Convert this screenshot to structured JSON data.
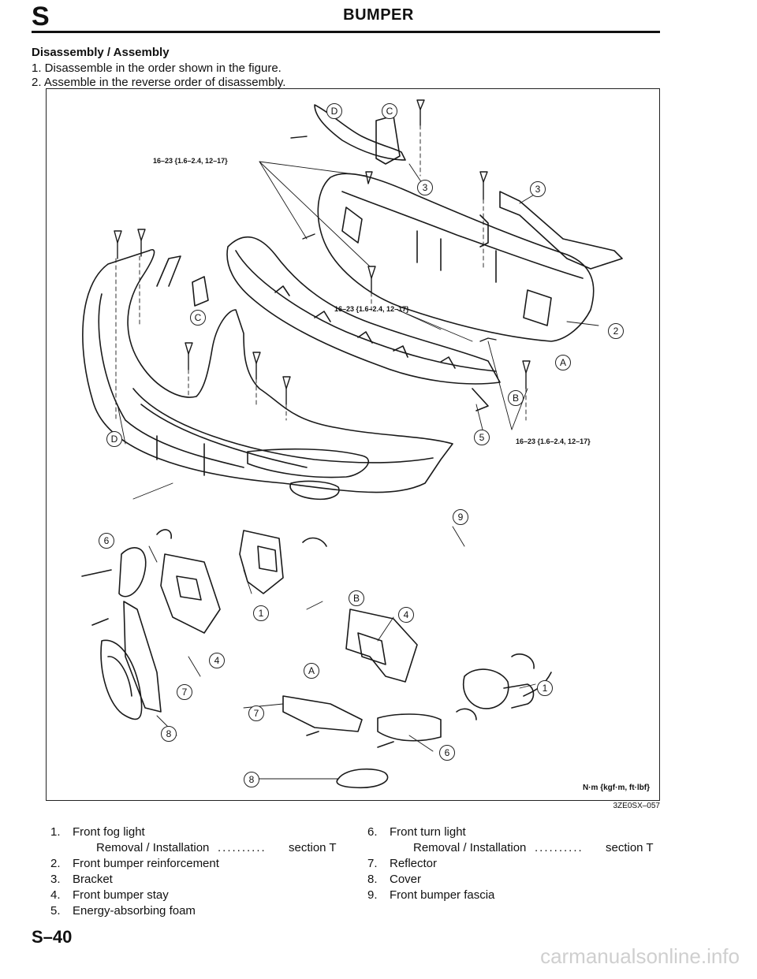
{
  "header": {
    "section_letter": "S",
    "title": "BUMPER"
  },
  "section": {
    "title": "Disassembly / Assembly",
    "instructions": [
      "1. Disassemble in the order shown in the figure.",
      "2. Assemble in the reverse order of disassembly."
    ]
  },
  "figure": {
    "code": "3ZE0SX–057",
    "units_note": "N·m {kgf·m, ft·lbf}",
    "torque_labels": [
      "16–23 {1.6–2.4, 12–17}",
      "16–23 {1.6–2.4, 12–17}",
      "16–23 {1.6–2.4, 12–17}"
    ],
    "callouts": {
      "c1": "1",
      "c2": "2",
      "c3": "3",
      "c4": "4",
      "c5": "5",
      "c6": "6",
      "c7": "7",
      "c8": "8",
      "c9": "9",
      "cA": "A",
      "cB": "B",
      "cC": "C",
      "cD": "D"
    }
  },
  "legend": {
    "left": [
      {
        "num": "1.",
        "label": "Front fog light"
      },
      {
        "sub": "Removal / Installation",
        "dots": "..........",
        "ref": "section T"
      },
      {
        "num": "2.",
        "label": "Front bumper reinforcement"
      },
      {
        "num": "3.",
        "label": "Bracket"
      },
      {
        "num": "4.",
        "label": "Front bumper stay"
      },
      {
        "num": "5.",
        "label": "Energy-absorbing foam"
      }
    ],
    "right": [
      {
        "num": "6.",
        "label": "Front turn light"
      },
      {
        "sub": "Removal / Installation",
        "dots": "..........",
        "ref": "section T"
      },
      {
        "num": "7.",
        "label": "Reflector"
      },
      {
        "num": "8.",
        "label": "Cover"
      },
      {
        "num": "9.",
        "label": "Front bumper fascia"
      }
    ]
  },
  "page_number": "S–40",
  "watermark": "carmanualsonline.info"
}
